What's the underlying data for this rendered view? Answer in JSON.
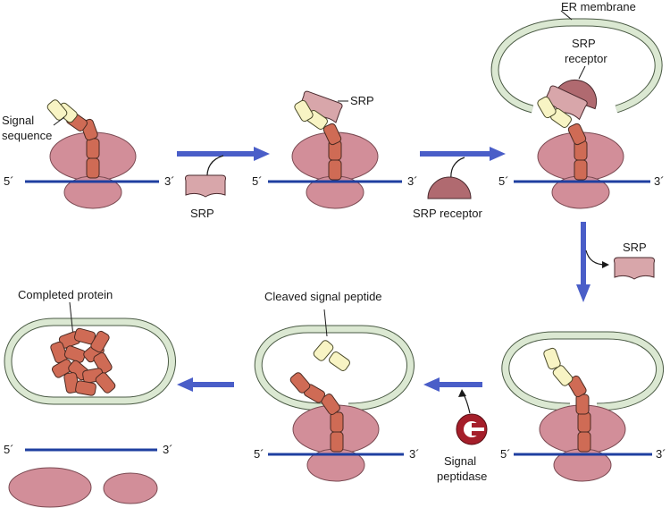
{
  "labels": {
    "signal_sequence_line1": "Signal",
    "signal_sequence_line2": "sequence",
    "srp_free": "SRP",
    "srp_bound": "SRP",
    "srp_receptor_free": "SRP receptor",
    "er_membrane": "ER membrane",
    "srp_receptor_line1": "SRP",
    "srp_receptor_line2": "receptor",
    "srp_released": "SRP",
    "cleaved_signal_peptide": "Cleaved signal peptide",
    "completed_protein": "Completed protein",
    "signal_peptidase_line1": "Signal",
    "signal_peptidase_line2": "peptidase"
  },
  "mrna_ends": {
    "five_prime": "5´",
    "three_prime": "3´"
  },
  "colors": {
    "ribosome": "#d28e99",
    "ribosome_stroke": "#7a4a52",
    "mrna": "#1f3fa0",
    "peptide": "#cf6b55",
    "signal_seq": "#f8f4c4",
    "srp": "#d8a6aa",
    "srp_receptor": "#b06a70",
    "membrane": "#dbe8d2",
    "arrow": "#4a5ec8",
    "peptidase": "#a51e2a"
  }
}
